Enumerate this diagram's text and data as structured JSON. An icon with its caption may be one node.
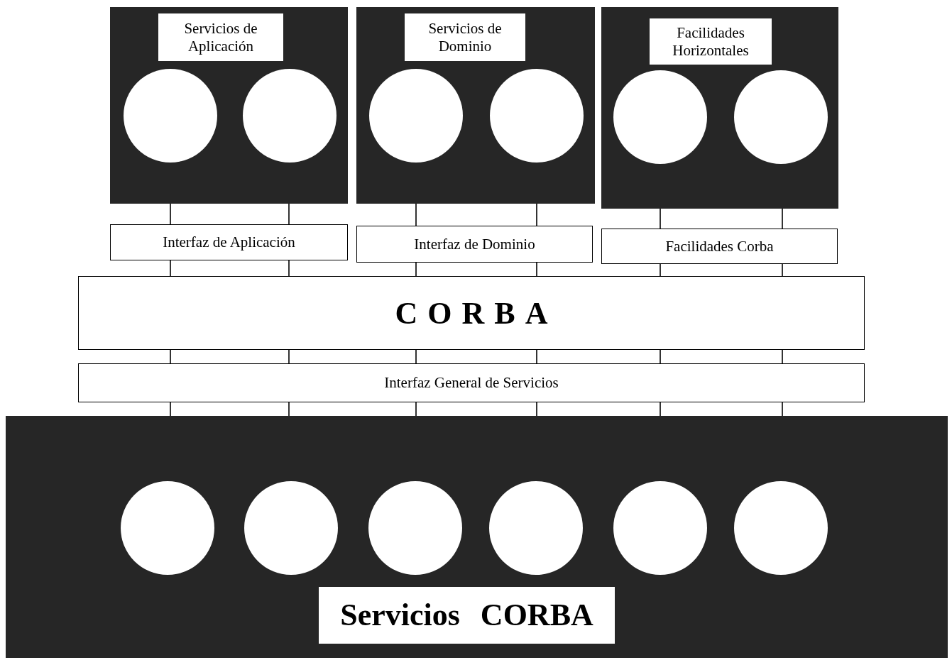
{
  "diagram": {
    "nodes": [
      {
        "text": [
          "Servicios de Aplicación"
        ]
      },
      {
        "text": [],
        "shape": "circle",
        "in": 0
      },
      {
        "text": [],
        "shape": "circle",
        "in": 0
      },
      {
        "text": [
          "Servicios de Dominio"
        ]
      },
      {
        "text": [],
        "shape": "circle",
        "in": 3
      },
      {
        "text": [],
        "shape": "circle",
        "in": 3
      },
      {
        "text": [
          "Facilidades Horizontales"
        ]
      },
      {
        "text": [],
        "shape": "circle",
        "in": 6
      },
      {
        "text": [],
        "shape": "circle",
        "in": 6
      },
      {
        "text": [
          "Interfaz de Aplicación"
        ]
      },
      {
        "text": [
          "Interfaz de Dominio"
        ]
      },
      {
        "text": [
          "Facilidades Corba"
        ]
      },
      {
        "text": [
          "CORBA"
        ]
      },
      {
        "text": [
          "Interfaz General de Servicios"
        ]
      },
      {
        "text": [
          "Servicios CORBA"
        ]
      },
      {
        "text": [],
        "shape": "circle",
        "in": 14
      },
      {
        "text": [],
        "shape": "circle",
        "in": 14
      },
      {
        "text": [],
        "shape": "circle",
        "in": 14
      },
      {
        "text": [],
        "shape": "circle",
        "in": 14
      },
      {
        "text": [],
        "shape": "circle",
        "in": 14
      },
      {
        "text": [],
        "shape": "circle",
        "in": 14
      }
    ],
    "edges": [
      {
        "from": 0,
        "to": 9,
        "arrow": "none"
      },
      {
        "from": 0,
        "to": 9,
        "arrow": "none"
      },
      {
        "from": 3,
        "to": 10,
        "arrow": "none"
      },
      {
        "from": 3,
        "to": 10,
        "arrow": "none"
      },
      {
        "from": 6,
        "to": 11,
        "arrow": "none"
      },
      {
        "from": 6,
        "to": 11,
        "arrow": "none"
      },
      {
        "from": 9,
        "to": 12,
        "arrow": "none"
      },
      {
        "from": 9,
        "to": 12,
        "arrow": "none"
      },
      {
        "from": 10,
        "to": 12,
        "arrow": "none"
      },
      {
        "from": 10,
        "to": 12,
        "arrow": "none"
      },
      {
        "from": 11,
        "to": 12,
        "arrow": "none"
      },
      {
        "from": 11,
        "to": 12,
        "arrow": "none"
      },
      {
        "from": 12,
        "to": 13,
        "arrow": "none"
      },
      {
        "from": 12,
        "to": 13,
        "arrow": "none"
      },
      {
        "from": 12,
        "to": 13,
        "arrow": "none"
      },
      {
        "from": 12,
        "to": 13,
        "arrow": "none"
      },
      {
        "from": 12,
        "to": 13,
        "arrow": "none"
      },
      {
        "from": 12,
        "to": 13,
        "arrow": "none"
      },
      {
        "from": 13,
        "to": 14,
        "arrow": "none"
      },
      {
        "from": 13,
        "to": 14,
        "arrow": "none"
      },
      {
        "from": 13,
        "to": 14,
        "arrow": "none"
      },
      {
        "from": 13,
        "to": 14,
        "arrow": "none"
      },
      {
        "from": 13,
        "to": 14,
        "arrow": "none"
      },
      {
        "from": 13,
        "to": 14,
        "arrow": "none"
      }
    ]
  }
}
